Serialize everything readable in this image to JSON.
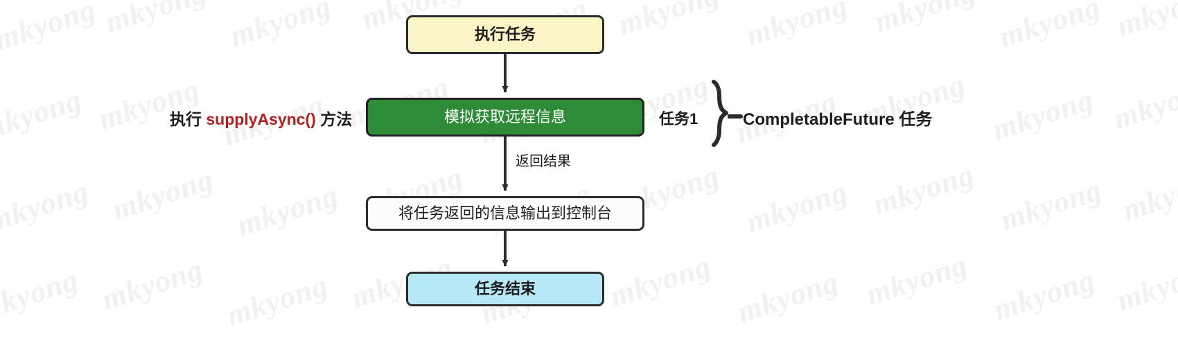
{
  "diagram": {
    "type": "flowchart",
    "orientation": "top-to-bottom",
    "title_text": "",
    "nodes": [
      {
        "id": "start",
        "label": "执行任务",
        "shape": "rounded-rectangle",
        "fill": "#fbf4c6",
        "stroke": "#2b2b2b",
        "text_color": "#1d1d1d",
        "bold": true
      },
      {
        "id": "remote",
        "label": "模拟获取远程信息",
        "shape": "rounded-rectangle",
        "fill": "#2e8b37",
        "stroke": "#222222",
        "text_color": "#ffffff",
        "bold": false
      },
      {
        "id": "print",
        "label": "将任务返回的信息输出到控制台",
        "shape": "rounded-rectangle",
        "fill": "#fcfcfc",
        "stroke": "#2b2b2b",
        "text_color": "#1d1d1d",
        "bold": false
      },
      {
        "id": "end",
        "label": "任务结束",
        "shape": "rounded-rectangle",
        "fill": "#b6e9f5",
        "stroke": "#2b2b2b",
        "text_color": "#1d1d1d",
        "bold": true
      }
    ],
    "edges": [
      {
        "from": "start",
        "to": "remote",
        "label": ""
      },
      {
        "from": "remote",
        "to": "print",
        "label": "返回结果"
      },
      {
        "from": "print",
        "to": "end",
        "label": ""
      }
    ],
    "annotations": {
      "left_method": {
        "prefix": "执行 ",
        "code": "supplyAsync()",
        "suffix": " 方法",
        "code_color": "#b32020"
      },
      "task_tag": "任务1",
      "brace_note": "CompletableFuture 任务",
      "brace_dash": "–"
    },
    "watermark": {
      "text": "mkyong",
      "color": "#f0f2f0"
    }
  }
}
